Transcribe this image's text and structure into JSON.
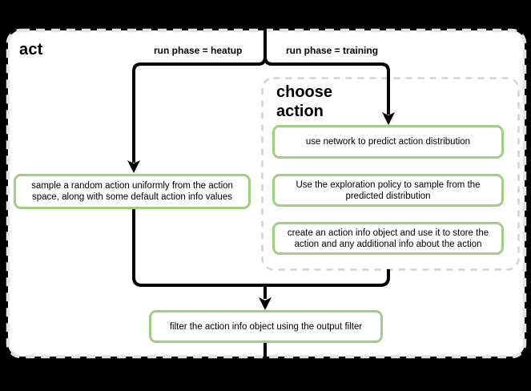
{
  "colors": {
    "background": "#000000",
    "panel_fill": "#ffffff",
    "panel_dash": "#e4e4e4",
    "group_dash": "#d2d2d2",
    "node_border": "#9fcf80",
    "flow_line": "#000000",
    "text": "#000000"
  },
  "diagram": {
    "title": "act",
    "branches": {
      "heatup_label": "run phase = heatup",
      "training_label": "run phase = training"
    },
    "choose_action_group": {
      "title": "choose action"
    },
    "nodes": {
      "sample_random_action": "sample a random action uniformly from the action\nspace, along with some default action info values",
      "use_network": "use network to predict action distribution",
      "exploration_policy": "Use the exploration policy to sample from the\npredicted distribution",
      "create_action_info": "create an action info object and use it to store the\naction and any additional info about the action",
      "filter_output": "filter the action info object using the output filter"
    }
  }
}
